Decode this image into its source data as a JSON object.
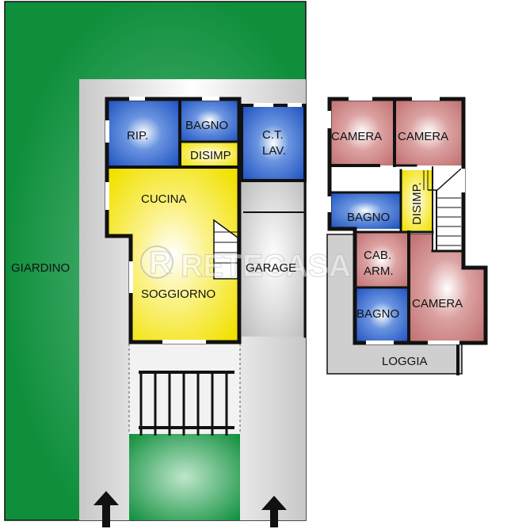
{
  "colors": {
    "garden": "#0f8f3c",
    "room_blue": "#1f5fc4",
    "room_yellow": "#f0e000",
    "room_red": "#c97b7b",
    "wall": "#111111",
    "paving": "#c9c9c9"
  },
  "watermark": {
    "letter": "R",
    "text": "RETECASA"
  },
  "ground_floor": {
    "giardino": "GIARDINO",
    "rip": "RIP.",
    "bagno": "BAGNO",
    "disimp": "DISIMP",
    "ct_lav_line1": "C.T.",
    "ct_lav_line2": "LAV.",
    "cucina": "CUCINA",
    "soggiorno": "SOGGIORNO",
    "garage": "GARAGE"
  },
  "first_floor": {
    "camera_left": "CAMERA",
    "camera_right": "CAMERA",
    "bagno_top": "BAGNO",
    "disimp": "DISIMP.",
    "cab_arm_line1": "CAB.",
    "cab_arm_line2": "ARM.",
    "bagno_bottom": "BAGNO",
    "camera_big": "CAMERA",
    "loggia": "LOGGIA"
  },
  "icons": [
    "entrance-arrow-icon",
    "entrance-arrow-icon"
  ]
}
